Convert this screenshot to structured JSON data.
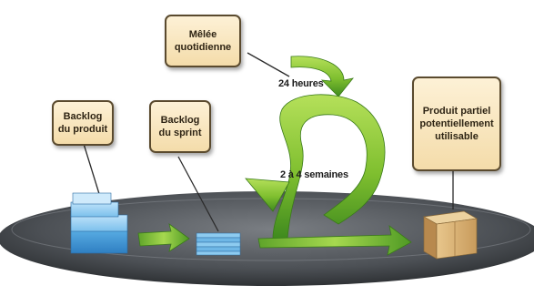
{
  "nodes": {
    "daily_scrum": "Mêlée\nquotidienne",
    "product_backlog": "Backlog\ndu produit",
    "sprint_backlog": "Backlog\ndu sprint",
    "increment": "Produit partiel\npotentiellement\nutilisable"
  },
  "cycles": {
    "daily": "24 heures",
    "sprint": "2 à 4 semaines"
  },
  "colors": {
    "arrow_green": "#8dc63f",
    "arrow_dark": "#3f8a1e",
    "box_fill": "#f6e2b8",
    "box_border": "#5a4a2e",
    "disc": "#5b5f64",
    "stack_blue": "#6fb7e6",
    "crate": "#d9b57a"
  }
}
